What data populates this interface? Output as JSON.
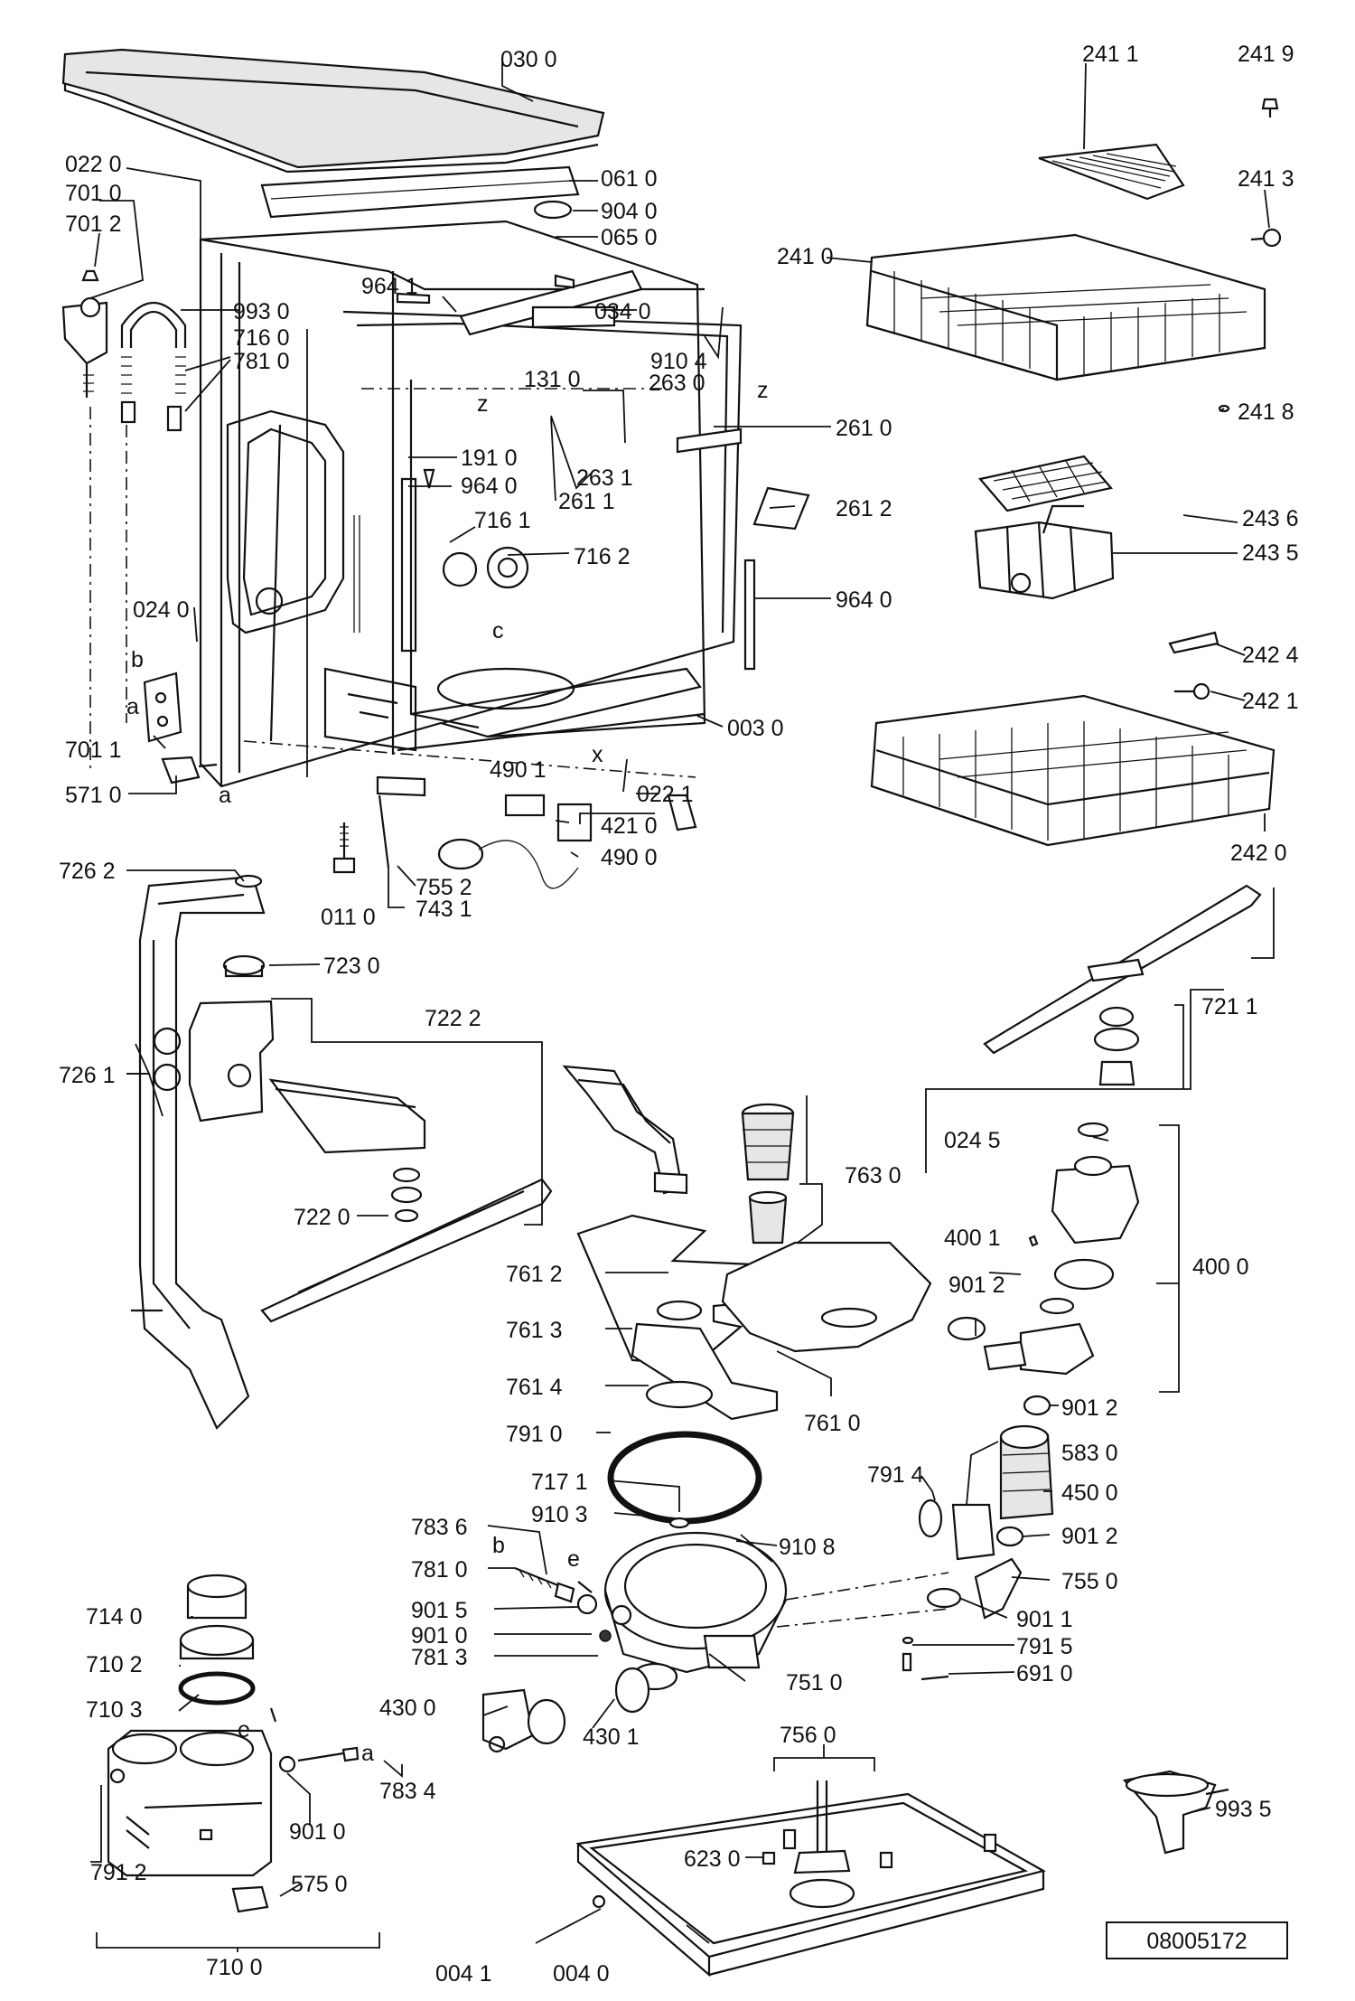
{
  "labels": [
    {
      "id": "p0300",
      "text": "030 0"
    },
    {
      "id": "p0220",
      "text": "022 0"
    },
    {
      "id": "p7010",
      "text": "701 0"
    },
    {
      "id": "p7012",
      "text": "701 2"
    },
    {
      "id": "p0610",
      "text": "061 0"
    },
    {
      "id": "p9040",
      "text": "904 0"
    },
    {
      "id": "p0650",
      "text": "065 0"
    },
    {
      "id": "p9641",
      "text": "964 1"
    },
    {
      "id": "p9930",
      "text": "993 0"
    },
    {
      "id": "p7160",
      "text": "716 0"
    },
    {
      "id": "p7810",
      "text": "781 0"
    },
    {
      "id": "p0340",
      "text": "034 0"
    },
    {
      "id": "p9104",
      "text": "910 4"
    },
    {
      "id": "p1310",
      "text": "131 0"
    },
    {
      "id": "p2630",
      "text": "263 0"
    },
    {
      "id": "p2610",
      "text": "261 0"
    },
    {
      "id": "p1910",
      "text": "191 0"
    },
    {
      "id": "p2631",
      "text": "263 1"
    },
    {
      "id": "p9640a",
      "text": "964 0"
    },
    {
      "id": "p2611",
      "text": "261 1"
    },
    {
      "id": "p2612",
      "text": "261 2"
    },
    {
      "id": "p7161",
      "text": "716 1"
    },
    {
      "id": "p7162",
      "text": "716 2"
    },
    {
      "id": "p9640b",
      "text": "964 0"
    },
    {
      "id": "p0240",
      "text": "024 0"
    },
    {
      "id": "p0030",
      "text": "003 0"
    },
    {
      "id": "p7011",
      "text": "701 1"
    },
    {
      "id": "p5710",
      "text": "571 0"
    },
    {
      "id": "p0221",
      "text": "022 1"
    },
    {
      "id": "p4901",
      "text": "490 1"
    },
    {
      "id": "p4210",
      "text": "421 0"
    },
    {
      "id": "p4900",
      "text": "490 0"
    },
    {
      "id": "p7262",
      "text": "726 2"
    },
    {
      "id": "p7552",
      "text": "755 2"
    },
    {
      "id": "p0110",
      "text": "011 0"
    },
    {
      "id": "p7431",
      "text": "743 1"
    },
    {
      "id": "p7230",
      "text": "723 0"
    },
    {
      "id": "p7222",
      "text": "722 2"
    },
    {
      "id": "p7261",
      "text": "726 1"
    },
    {
      "id": "p7220",
      "text": "722 0"
    },
    {
      "id": "p7630",
      "text": "763 0"
    },
    {
      "id": "p7612",
      "text": "761 2"
    },
    {
      "id": "p7613",
      "text": "761 3"
    },
    {
      "id": "p7614",
      "text": "761 4"
    },
    {
      "id": "p7610",
      "text": "761 0"
    },
    {
      "id": "p7910",
      "text": "791 0"
    },
    {
      "id": "p7171",
      "text": "717 1"
    },
    {
      "id": "p9103",
      "text": "910 3"
    },
    {
      "id": "p9108",
      "text": "910 8"
    },
    {
      "id": "p7836",
      "text": "783 6"
    },
    {
      "id": "p7810b",
      "text": "781 0"
    },
    {
      "id": "p9015",
      "text": "901 5"
    },
    {
      "id": "p9010a",
      "text": "901 0"
    },
    {
      "id": "p7813",
      "text": "781 3"
    },
    {
      "id": "p4300",
      "text": "430 0"
    },
    {
      "id": "p4301",
      "text": "430 1"
    },
    {
      "id": "p7510",
      "text": "751 0"
    },
    {
      "id": "p7140",
      "text": "714 0"
    },
    {
      "id": "p7102",
      "text": "710 2"
    },
    {
      "id": "p7103",
      "text": "710 3"
    },
    {
      "id": "p7834",
      "text": "783 4"
    },
    {
      "id": "p9010b",
      "text": "901 0"
    },
    {
      "id": "p7912",
      "text": "791 2"
    },
    {
      "id": "p5750",
      "text": "575 0"
    },
    {
      "id": "p7100",
      "text": "710 0"
    },
    {
      "id": "p2411",
      "text": "241 1"
    },
    {
      "id": "p2419",
      "text": "241 9"
    },
    {
      "id": "p2413",
      "text": "241 3"
    },
    {
      "id": "p2410",
      "text": "241 0"
    },
    {
      "id": "p2418",
      "text": "241 8"
    },
    {
      "id": "p2436",
      "text": "243 6"
    },
    {
      "id": "p2435",
      "text": "243 5"
    },
    {
      "id": "p2424",
      "text": "242 4"
    },
    {
      "id": "p2421",
      "text": "242 1"
    },
    {
      "id": "p2420",
      "text": "242 0"
    },
    {
      "id": "p7211",
      "text": "721 1"
    },
    {
      "id": "p0245",
      "text": "024 5"
    },
    {
      "id": "p4001",
      "text": "400 1"
    },
    {
      "id": "p4000",
      "text": "400 0"
    },
    {
      "id": "p9012a",
      "text": "901 2"
    },
    {
      "id": "p9012b",
      "text": "901 2"
    },
    {
      "id": "p5830",
      "text": "583 0"
    },
    {
      "id": "p7914",
      "text": "791 4"
    },
    {
      "id": "p4500",
      "text": "450 0"
    },
    {
      "id": "p9012c",
      "text": "901 2"
    },
    {
      "id": "p7550",
      "text": "755 0"
    },
    {
      "id": "p9011",
      "text": "901 1"
    },
    {
      "id": "p7915",
      "text": "791 5"
    },
    {
      "id": "p6910",
      "text": "691 0"
    },
    {
      "id": "p7560",
      "text": "756 0"
    },
    {
      "id": "p6230",
      "text": "623 0"
    },
    {
      "id": "p9935",
      "text": "993 5"
    },
    {
      "id": "p0041",
      "text": "004 1"
    },
    {
      "id": "p0040",
      "text": "004 0"
    }
  ],
  "letters": [
    {
      "id": "z1",
      "text": "z"
    },
    {
      "id": "z2",
      "text": "z"
    },
    {
      "id": "c1",
      "text": "c"
    },
    {
      "id": "x1",
      "text": "x"
    },
    {
      "id": "a1",
      "text": "a"
    },
    {
      "id": "a2",
      "text": "a"
    },
    {
      "id": "b1",
      "text": "b"
    },
    {
      "id": "b2",
      "text": "b"
    },
    {
      "id": "e1",
      "text": "e"
    },
    {
      "id": "e2",
      "text": "e"
    },
    {
      "id": "a3",
      "text": "a"
    }
  ],
  "document_number": "08005172"
}
